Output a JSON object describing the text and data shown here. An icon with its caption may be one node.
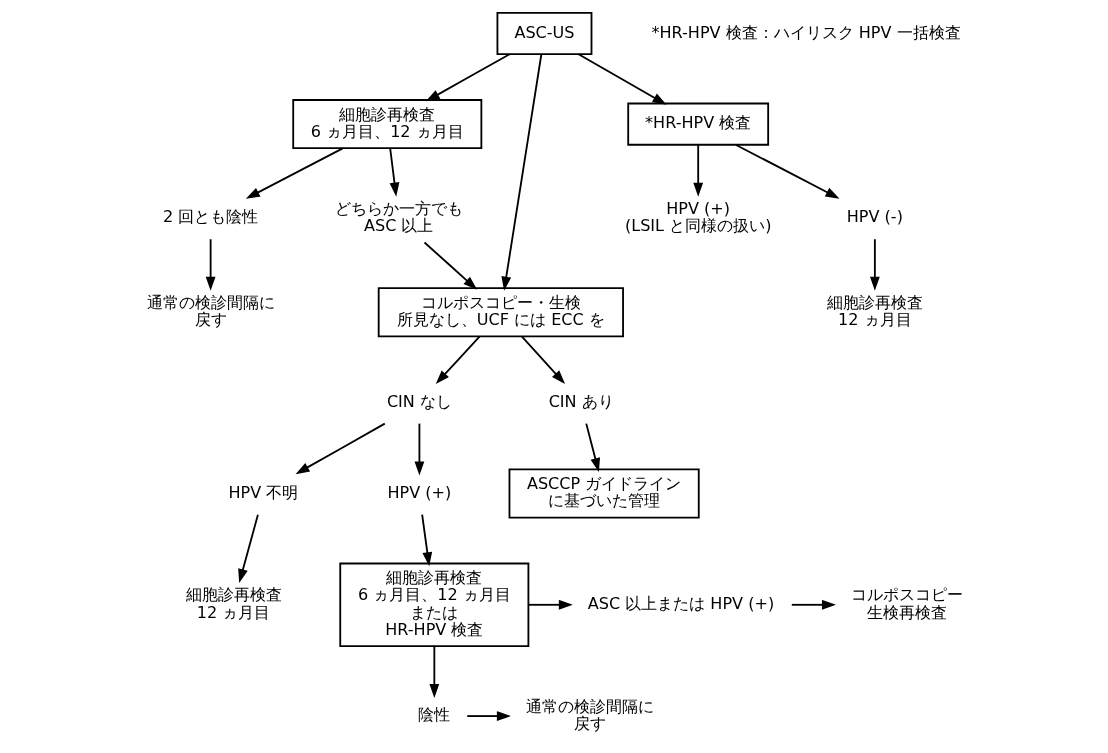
{
  "diagram": {
    "nodes": [
      {
        "text": [
          "ASC-US"
        ]
      },
      {
        "text": [
          "細胞診再検査",
          "6 ヵ月目、12 ヵ月目"
        ]
      },
      {
        "text": [
          "*HR-HPV 検査"
        ]
      },
      {
        "text": [
          "2 回とも陰性"
        ]
      },
      {
        "text": [
          "どちらか一方でも",
          "ASC 以上"
        ]
      },
      {
        "text": [
          "コルポスコピー・生検",
          "所見なし、UCF には ECC を"
        ]
      },
      {
        "text": [
          "HPV (+)",
          "(LSIL と同様の扱い)"
        ]
      },
      {
        "text": [
          "HPV (-)"
        ]
      },
      {
        "text": [
          "通常の検診間隔に",
          "戻す"
        ]
      },
      {
        "text": [
          "細胞診再検査",
          "12 ヵ月目"
        ]
      },
      {
        "text": [
          "CIN なし"
        ]
      },
      {
        "text": [
          "CIN あり"
        ]
      },
      {
        "text": [
          "ASCCP ガイドライン",
          "に基づいた管理"
        ]
      },
      {
        "text": [
          "HPV 不明"
        ]
      },
      {
        "text": [
          "HPV (+)"
        ]
      },
      {
        "text": [
          "細胞診再検査",
          "12 ヵ月目"
        ]
      },
      {
        "text": [
          "細胞診再検査",
          "6 ヵ月目、12 ヵ月目",
          "または",
          "HR-HPV 検査"
        ]
      },
      {
        "text": [
          "ASC 以上または HPV (+)"
        ]
      },
      {
        "text": [
          "陰性"
        ]
      },
      {
        "text": [
          "コルポスコピー",
          "生検再検査"
        ]
      },
      {
        "text": [
          "通常の検診間隔に",
          "戻す"
        ]
      }
    ],
    "edges": [
      {
        "from": 0,
        "to": 1,
        "arrow": "to"
      },
      {
        "from": 0,
        "to": 5,
        "arrow": "to"
      },
      {
        "from": 0,
        "to": 2,
        "arrow": "to"
      },
      {
        "from": 1,
        "to": 3,
        "arrow": "to"
      },
      {
        "from": 1,
        "to": 4,
        "arrow": "to"
      },
      {
        "from": 2,
        "to": 6,
        "arrow": "to"
      },
      {
        "from": 2,
        "to": 7,
        "arrow": "to"
      },
      {
        "from": 3,
        "to": 8,
        "arrow": "to"
      },
      {
        "from": 4,
        "to": 5,
        "arrow": "to"
      },
      {
        "from": 7,
        "to": 9,
        "arrow": "to"
      },
      {
        "from": 5,
        "to": 10,
        "arrow": "to"
      },
      {
        "from": 5,
        "to": 11,
        "arrow": "to"
      },
      {
        "from": 11,
        "to": 12,
        "arrow": "to"
      },
      {
        "from": 10,
        "to": 13,
        "arrow": "to"
      },
      {
        "from": 10,
        "to": 14,
        "arrow": "to"
      },
      {
        "from": 13,
        "to": 15,
        "arrow": "to"
      },
      {
        "from": 14,
        "to": 16,
        "arrow": "to"
      },
      {
        "from": 16,
        "to": 17,
        "arrow": "to"
      },
      {
        "from": 17,
        "to": 19,
        "arrow": "to"
      },
      {
        "from": 16,
        "to": 18,
        "arrow": "to"
      },
      {
        "from": 18,
        "to": 20,
        "arrow": "to"
      }
    ],
    "labels": [
      "*HR-HPV 検査：ハイリスク HPV 一括検査"
    ]
  }
}
